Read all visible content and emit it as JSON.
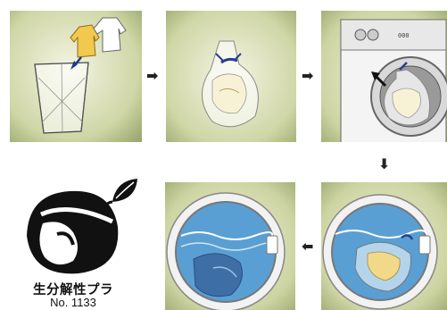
{
  "steps": [
    {
      "scene": "garments-into-hamper"
    },
    {
      "scene": "garment-in-tied-bag"
    },
    {
      "scene": "bag-into-washing-machine"
    },
    {
      "scene": "bag-washing-in-drum"
    },
    {
      "scene": "garments-washed-in-drum"
    }
  ],
  "machine": {
    "display": "000"
  },
  "arrows": [
    {
      "icon": "arrow-right-icon",
      "glyph": "➡"
    },
    {
      "icon": "arrow-right-icon",
      "glyph": "➡"
    },
    {
      "icon": "arrow-down-icon",
      "glyph": "⬇"
    },
    {
      "icon": "arrow-left-icon",
      "glyph": "⬅"
    }
  ],
  "logo": {
    "icon": "biodegradable-leaf-icon",
    "label": "生分解性プラ",
    "number": "No. 1133"
  },
  "colors": {
    "panel_light": "#eef0d8",
    "panel_dark": "#9aa86e",
    "water": "#5a9fd3",
    "bag_tie": "#2b3d8f"
  }
}
